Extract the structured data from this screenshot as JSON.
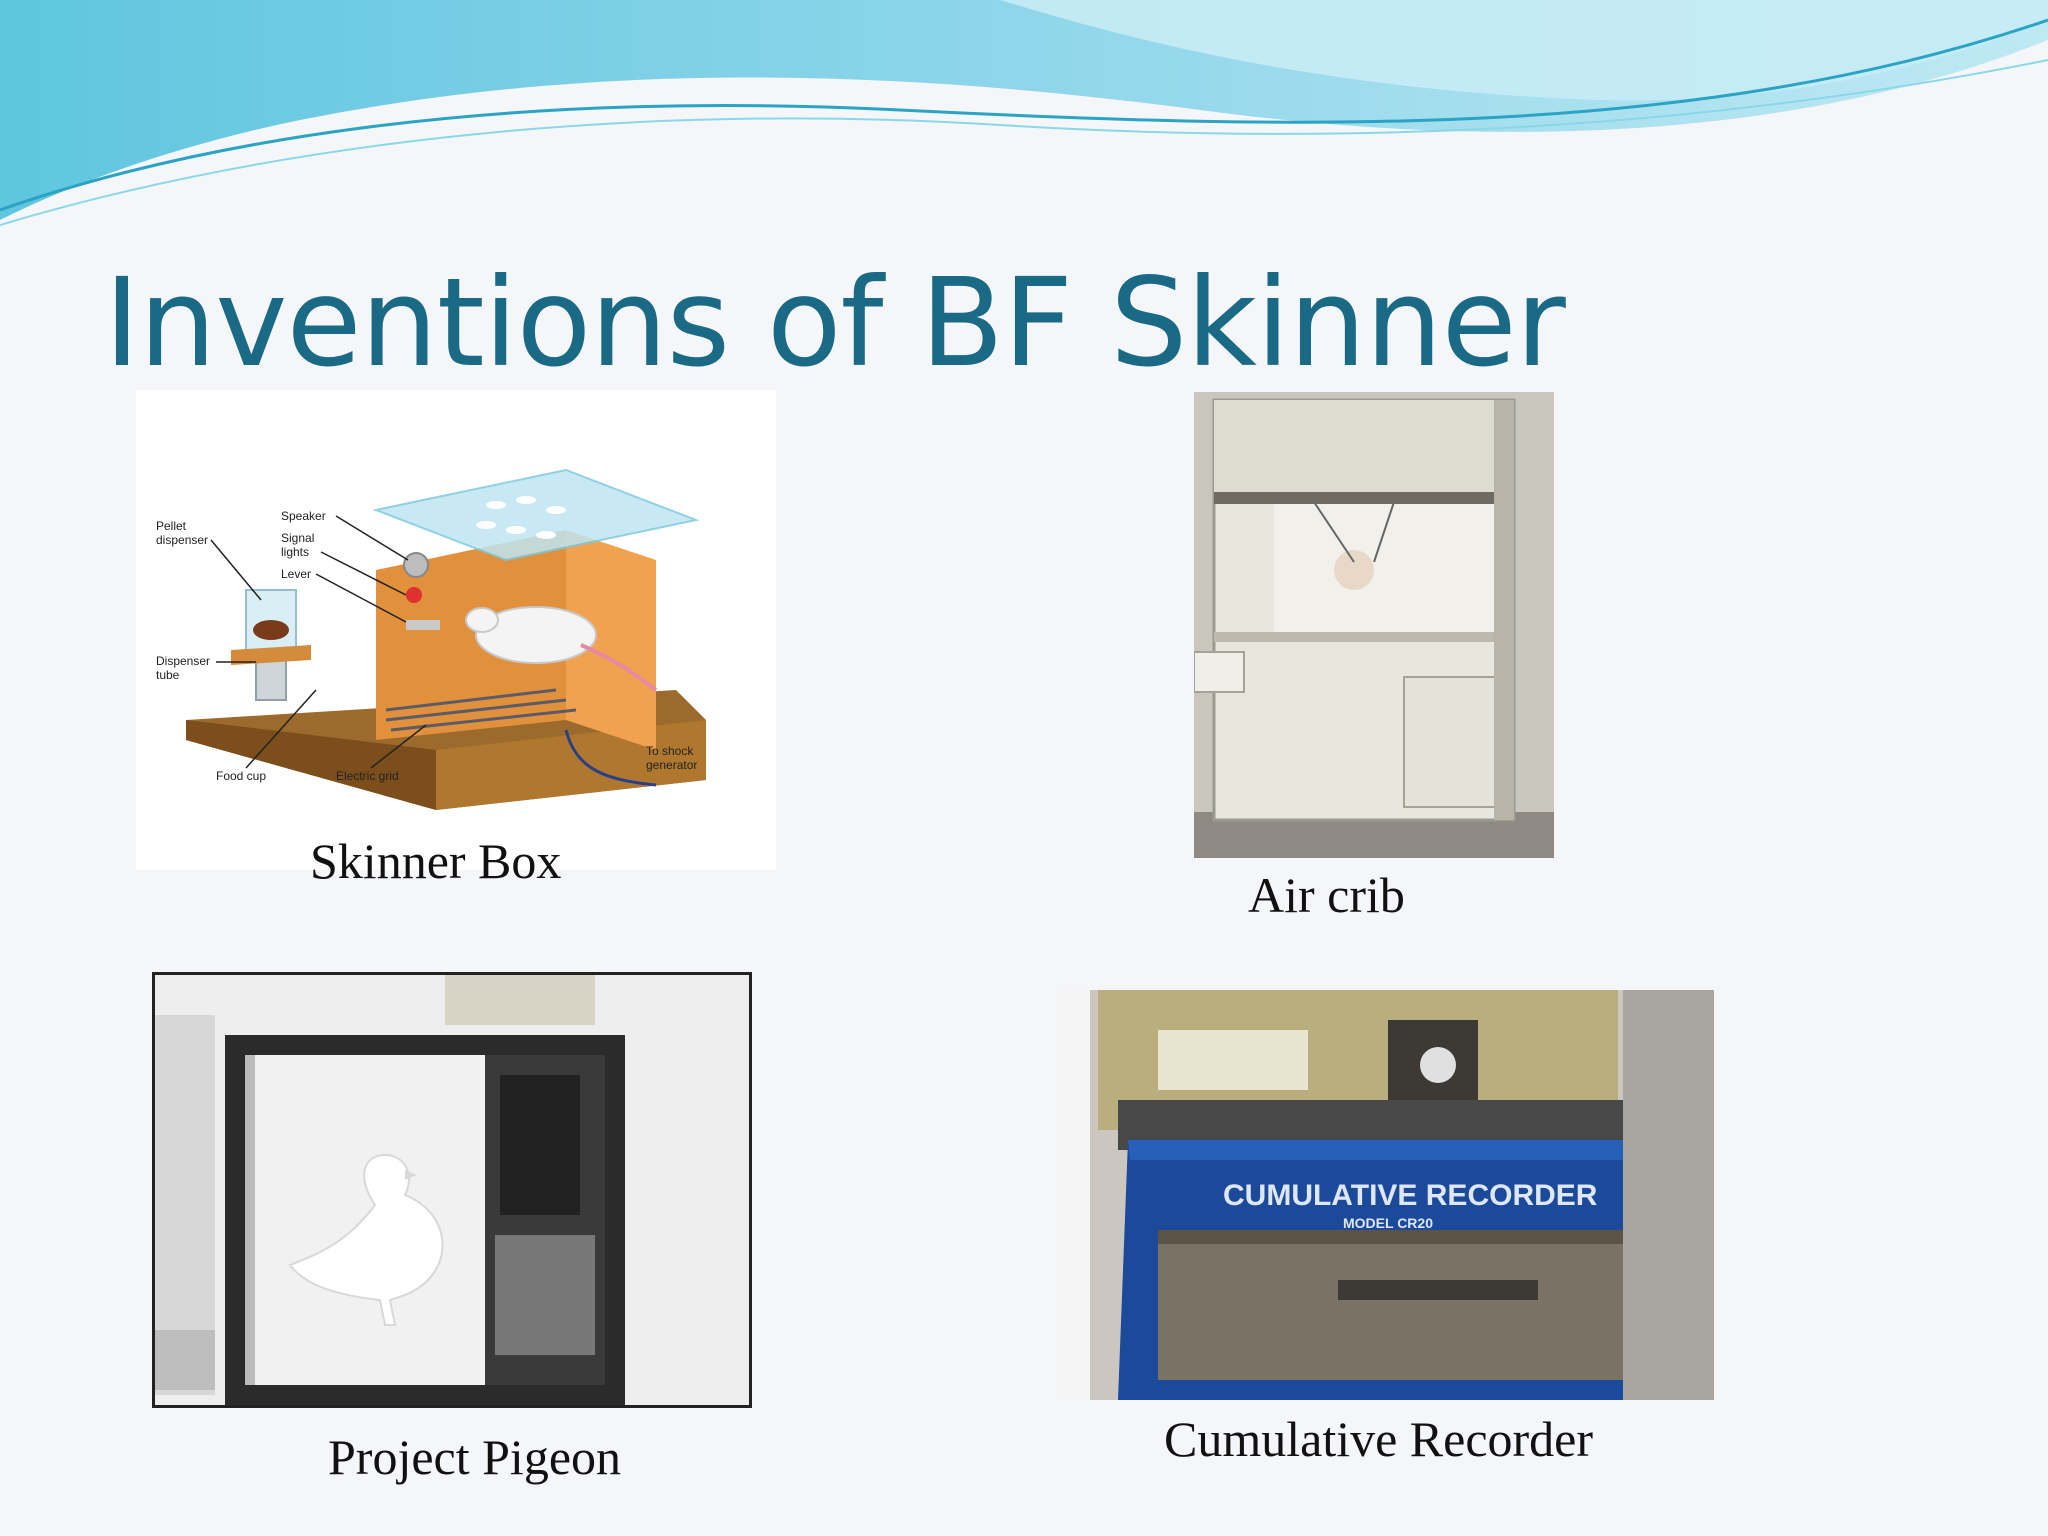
{
  "slide": {
    "title": "Inventions of BF Skinner",
    "colors": {
      "title": "#1a6a86",
      "wave_dark": "#3fb8d6",
      "wave_light": "#a9e3f0"
    }
  },
  "figures": [
    {
      "caption": "Skinner Box",
      "labels": {
        "pellet": [
          "Pellet",
          "dispenser"
        ],
        "speaker": "Speaker",
        "signal": [
          "Signal",
          "lights"
        ],
        "lever": "Lever",
        "dispenser_tube": [
          "Dispenser",
          "tube"
        ],
        "food_cup": "Food cup",
        "grid": "Electric grid",
        "shock": [
          "To shock",
          "generator"
        ]
      }
    },
    {
      "caption": "Air crib"
    },
    {
      "caption": "Project Pigeon"
    },
    {
      "caption": "Cumulative Recorder",
      "label": "CUMULATIVE RECORDER",
      "model": "MODEL CR20"
    }
  ]
}
